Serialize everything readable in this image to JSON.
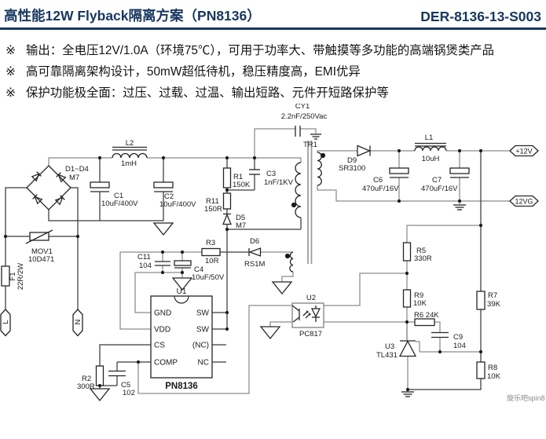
{
  "header": {
    "title": "高性能12W Flyback隔离方案（PN8136）",
    "code": "DER-8136-13-S003"
  },
  "bullets": {
    "marker": "※",
    "items": [
      "输出：全电压12V/1.0A（环境75℃），可用于功率大、带触摸等多功能的高端锅煲类产品",
      "高可靠隔离架构设计，50mW超低待机，稳压精度高，EMI优异",
      "保护功能极全面：过压、过载、过温、输出短路、元件开短路保护等"
    ]
  },
  "schematic": {
    "labels": {
      "l2_ref": "L2",
      "l2_val": "1mH",
      "bridge_ref": "D1~D4",
      "bridge_val": "M7",
      "c1_ref": "C1",
      "c1_val": "10uF/400V",
      "c2_ref": "C2",
      "c2_val": "10uF/400V",
      "cy1_ref": "CY1",
      "cy1_val": "2.2nF/250Vac",
      "tr1_ref": "TR1",
      "r1_ref": "R1",
      "r1_val": "150K",
      "c3_ref": "C3",
      "c3_val": "1nF/1KV",
      "r11_ref": "R11",
      "r11_val": "150R",
      "d5_ref": "D5",
      "d5_val": "M7",
      "d9_ref": "D9",
      "d9_val": "SR3100",
      "l1_ref": "L1",
      "l1_val": "10uH",
      "c6_ref": "C6",
      "c6_val": "470uF/16V",
      "c7_ref": "C7",
      "c7_val": "470uF/16V",
      "mov1_ref": "MOV1",
      "mov1_val": "10D471",
      "f1_ref": "F1",
      "f1_val": "22R/2W",
      "r3_ref": "R3",
      "r3_val": "10R",
      "d6_ref": "D6",
      "d6_val": "RS1M",
      "c11_ref": "C11",
      "c11_val": "104",
      "c4_ref": "C4",
      "c4_val": "10uF/50V",
      "r2_ref": "R2",
      "r2_val": "300R",
      "c5_ref": "C5",
      "c5_val": "102",
      "r5_ref": "R5",
      "r5_val": "330R",
      "r9_ref": "R9",
      "r9_val": "10K",
      "r6_label": "R6 24K",
      "c9_ref": "C9",
      "c9_val": "104",
      "r7_ref": "R7",
      "r7_val": "39K",
      "r8_ref": "R8",
      "r8_val": "10K"
    },
    "ic": {
      "ref": "U1",
      "part": "PN8136",
      "pins_left": [
        "GND",
        "VDD",
        "CS",
        "COMP"
      ],
      "pins_right": [
        "SW",
        "SW",
        "(NC)",
        "NC"
      ]
    },
    "opto": {
      "ref": "U2",
      "part": "PC817"
    },
    "shunt": {
      "ref": "U3",
      "part": "TL431"
    },
    "terminals": {
      "live": "L",
      "neutral": "N",
      "out_pos": "+12V",
      "out_gnd": "12VG"
    }
  },
  "watermark": "旋乐吧spin8",
  "colors": {
    "accent": "#17375E",
    "wire": "#8a8a8a",
    "symbol": "#262626"
  }
}
